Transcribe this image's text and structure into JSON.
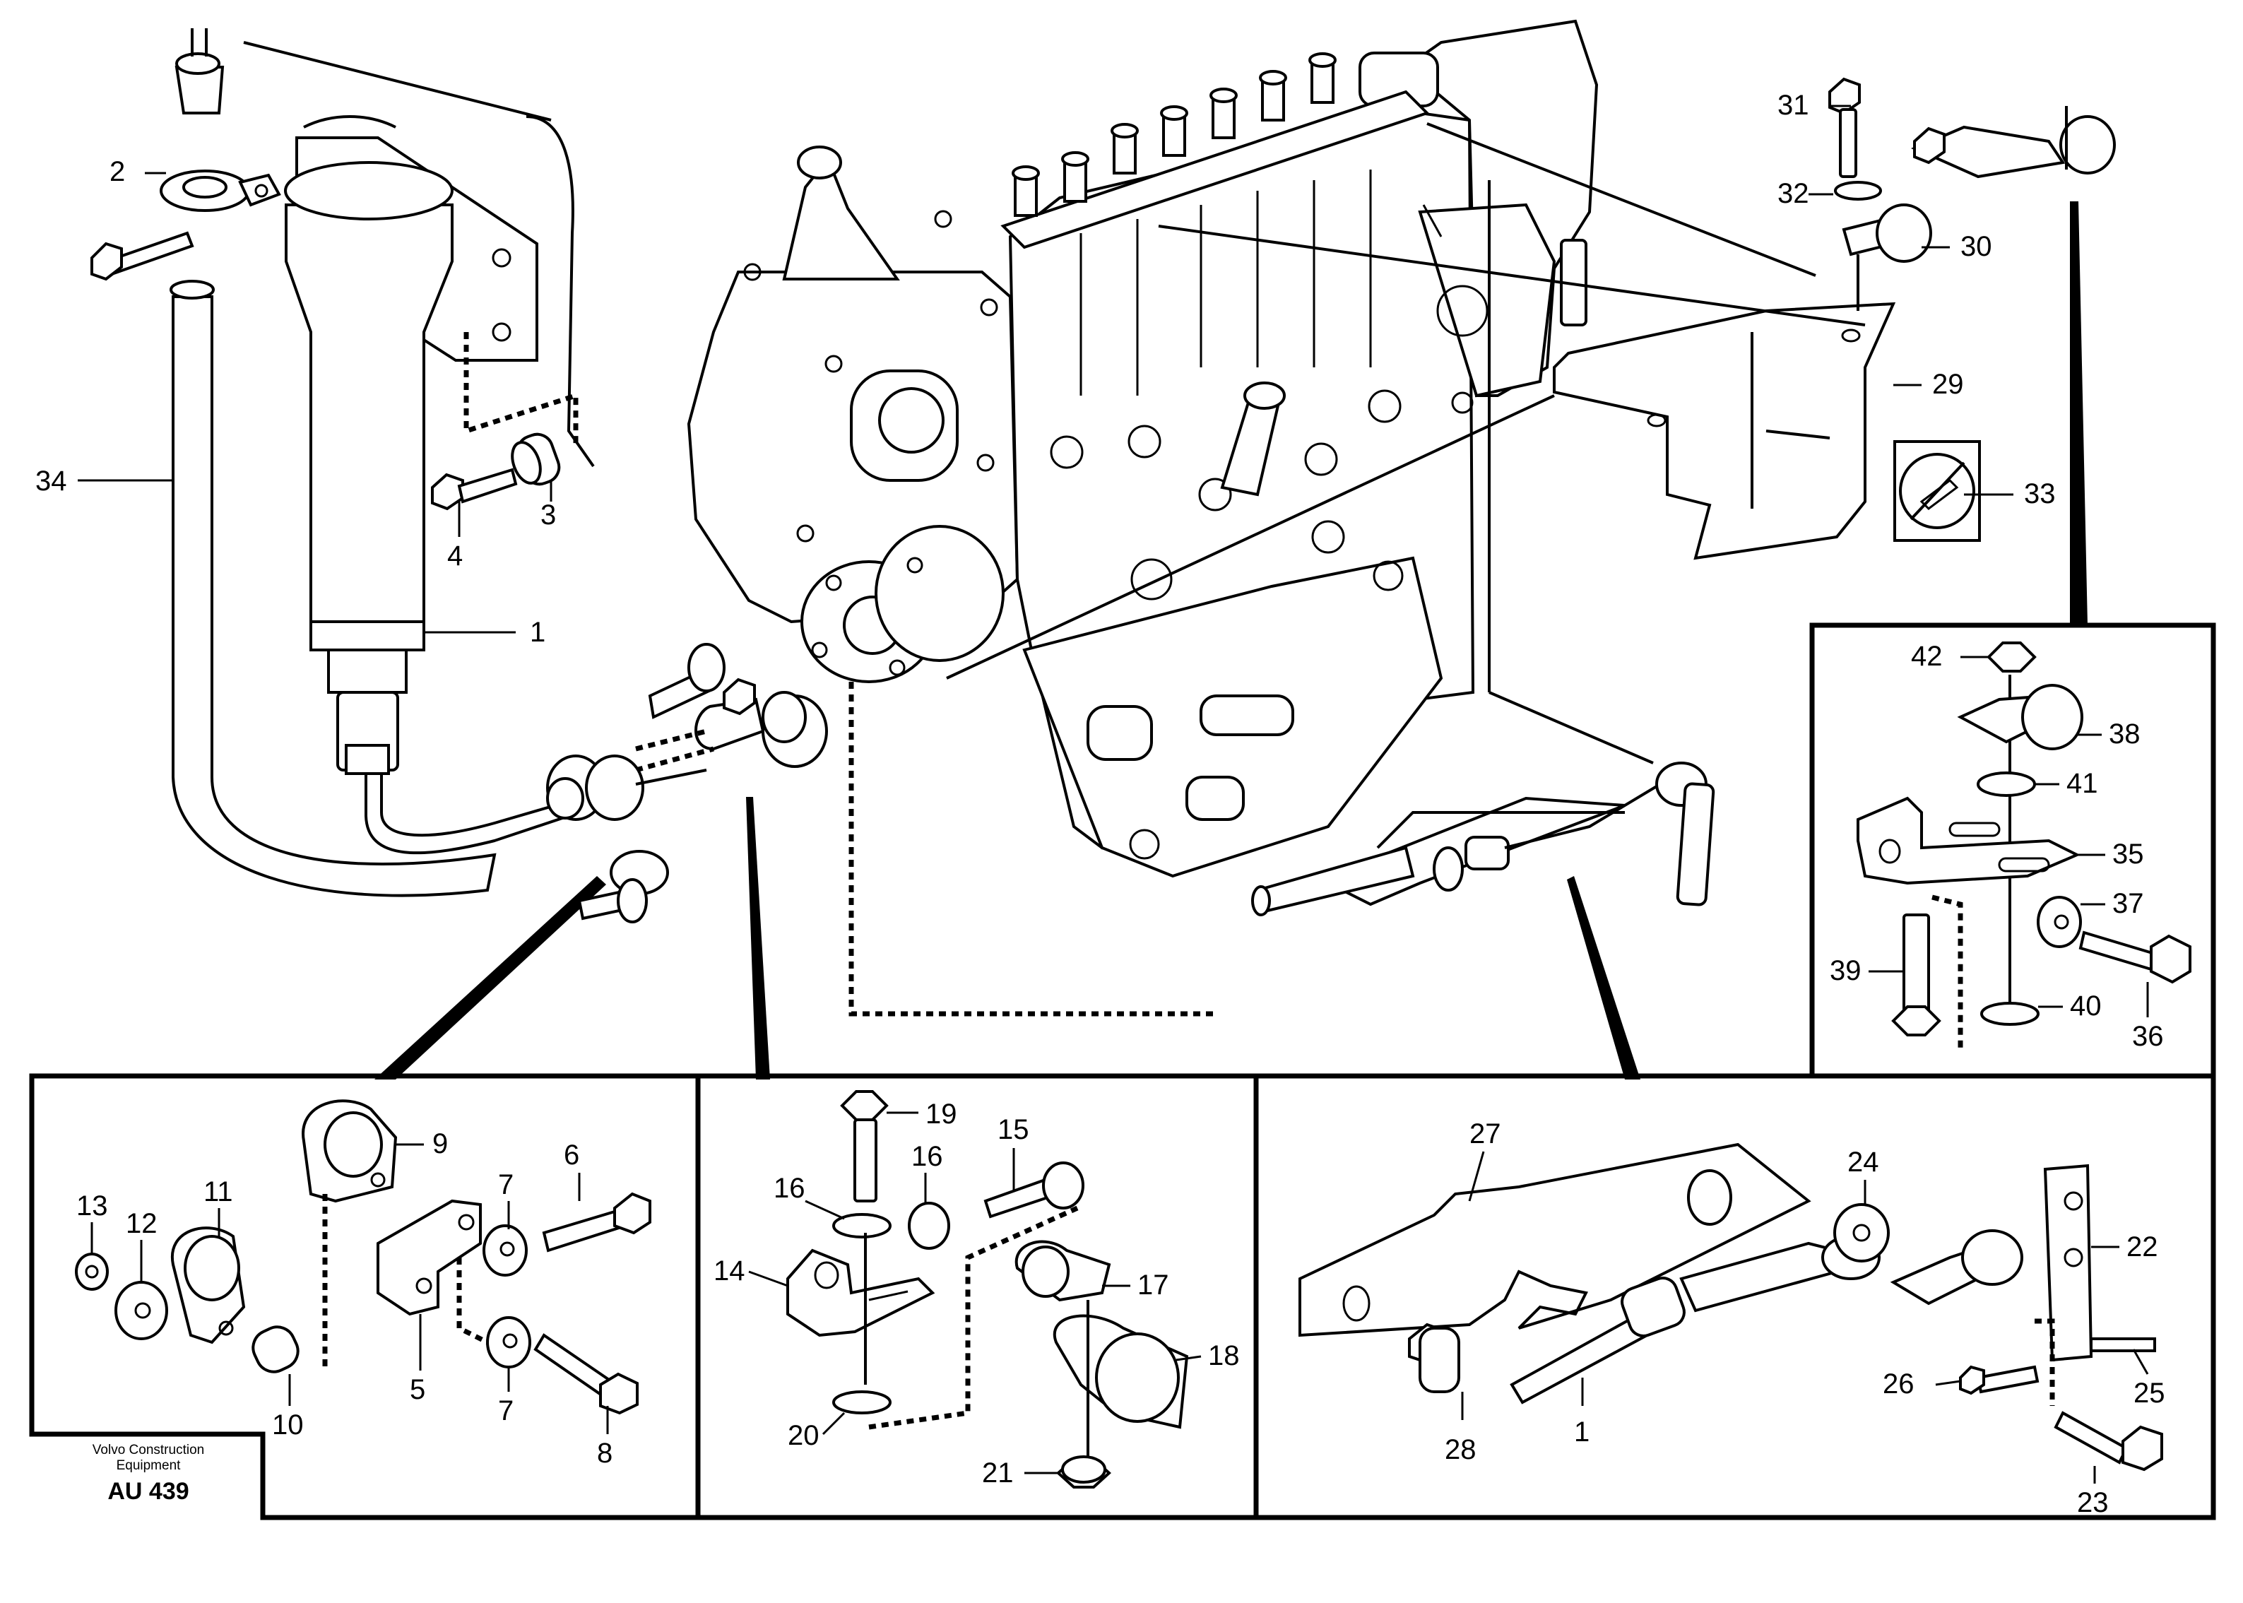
{
  "diagram": {
    "labels": [
      "1",
      "2",
      "3",
      "4",
      "5",
      "6",
      "7",
      "8",
      "9",
      "10",
      "11",
      "12",
      "13",
      "14",
      "15",
      "16",
      "17",
      "18",
      "19",
      "20",
      "21",
      "22",
      "23",
      "24",
      "25",
      "26",
      "27",
      "28",
      "29",
      "30",
      "31",
      "32",
      "33",
      "34",
      "35",
      "36",
      "37",
      "38",
      "39",
      "40",
      "41",
      "42"
    ]
  },
  "logo": {
    "line1": "Volvo Construction",
    "line2": "Equipment",
    "code": "AU 439"
  }
}
